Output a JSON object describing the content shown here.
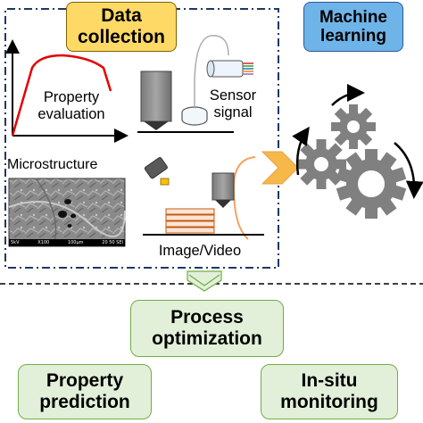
{
  "data_collection": {
    "title": "Data\ncollection"
  },
  "property_evaluation": {
    "label": "Property\nevaluation"
  },
  "sensor_signal": {
    "label": "Sensor\nsignal"
  },
  "microstructure": {
    "label": "Microstructure",
    "sem_bar": {
      "kv": "5kV",
      "mag": "X100",
      "scale": "100μm",
      "info": "20 50 SEI"
    }
  },
  "image_video": {
    "label": "Image/Video"
  },
  "machine_learning": {
    "title": "Machine\nlearning"
  },
  "process_optimization": {
    "label": "Process\noptimization"
  },
  "property_prediction": {
    "label": "Property\nprediction"
  },
  "in_situ_monitoring": {
    "label": "In-situ\nmonitoring"
  },
  "colors": {
    "data_collection_fill": "#ffd966",
    "machine_learning_fill": "#6fb4e8",
    "result_fill": "#e2f0d9",
    "result_border": "#70ad47",
    "curve_red": "#e60000",
    "gear_gray": "#808080",
    "chevron_orange": "#f6b84b"
  }
}
